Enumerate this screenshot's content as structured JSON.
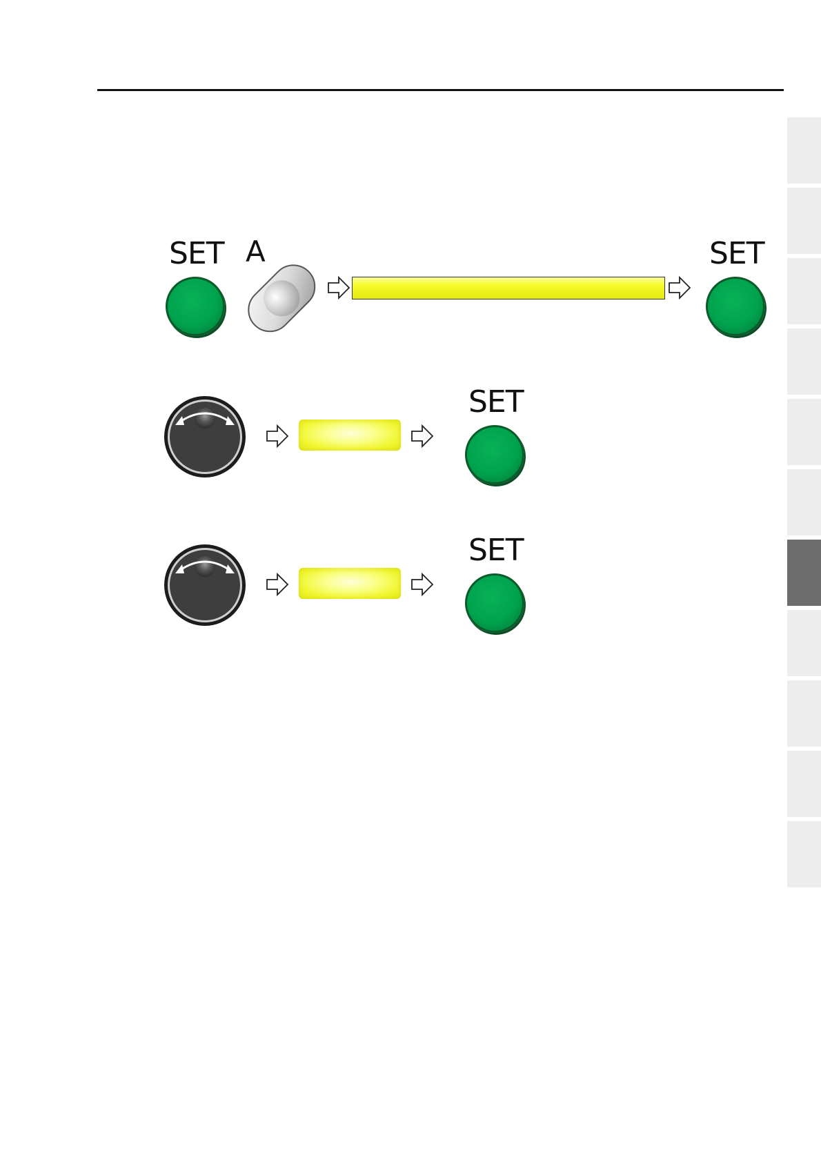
{
  "labels": {
    "set": "SET",
    "a": "A"
  },
  "side_tabs": {
    "count": 11,
    "active_index": 6
  },
  "icons": {
    "set_button": "green-round-button",
    "a_button": "silver-capsule-button",
    "dial": "jog-dial-icon",
    "arrow": "outline-right-arrow-icon"
  },
  "colors": {
    "set_button": "#00a24e",
    "display_bar": "#f5fb2c",
    "dial": "#3a3a3a",
    "tab": "#ededed",
    "tab_active": "#6d6d6d"
  }
}
